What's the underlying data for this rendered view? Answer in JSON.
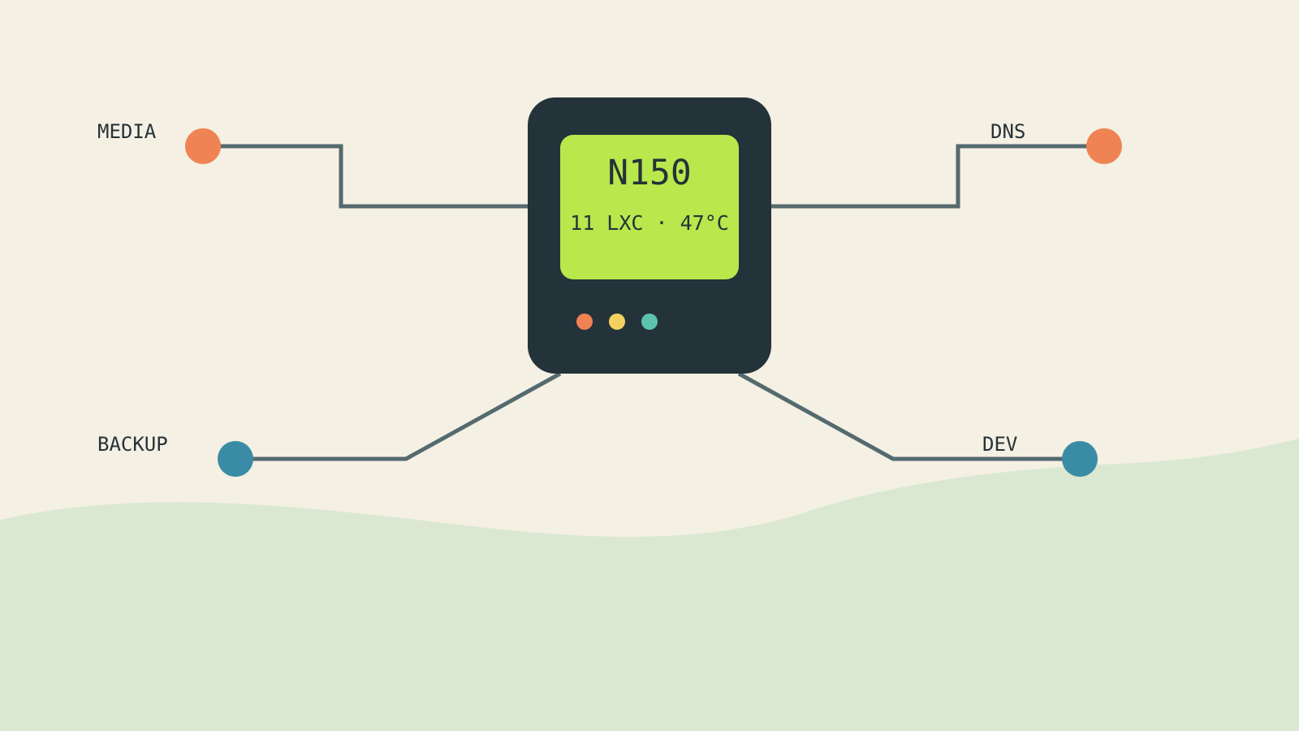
{
  "device": {
    "model": "N150",
    "stats": "11 LXC · 47°C",
    "leds": [
      "#ef8354",
      "#f2d15e",
      "#5ec2b0"
    ]
  },
  "nodes": {
    "media": {
      "label": "MEDIA",
      "color": "#ef8354"
    },
    "dns": {
      "label": "DNS",
      "color": "#ef8354"
    },
    "backup": {
      "label": "BACKUP",
      "color": "#3a8ca6"
    },
    "dev": {
      "label": "DEV",
      "color": "#3a8ca6"
    }
  },
  "colors": {
    "background": "#f4f0e3",
    "ground": "#dae8d2",
    "wire": "#546a6f",
    "device_body": "#24323a",
    "screen": "#b8e84c",
    "text": "#263238"
  }
}
